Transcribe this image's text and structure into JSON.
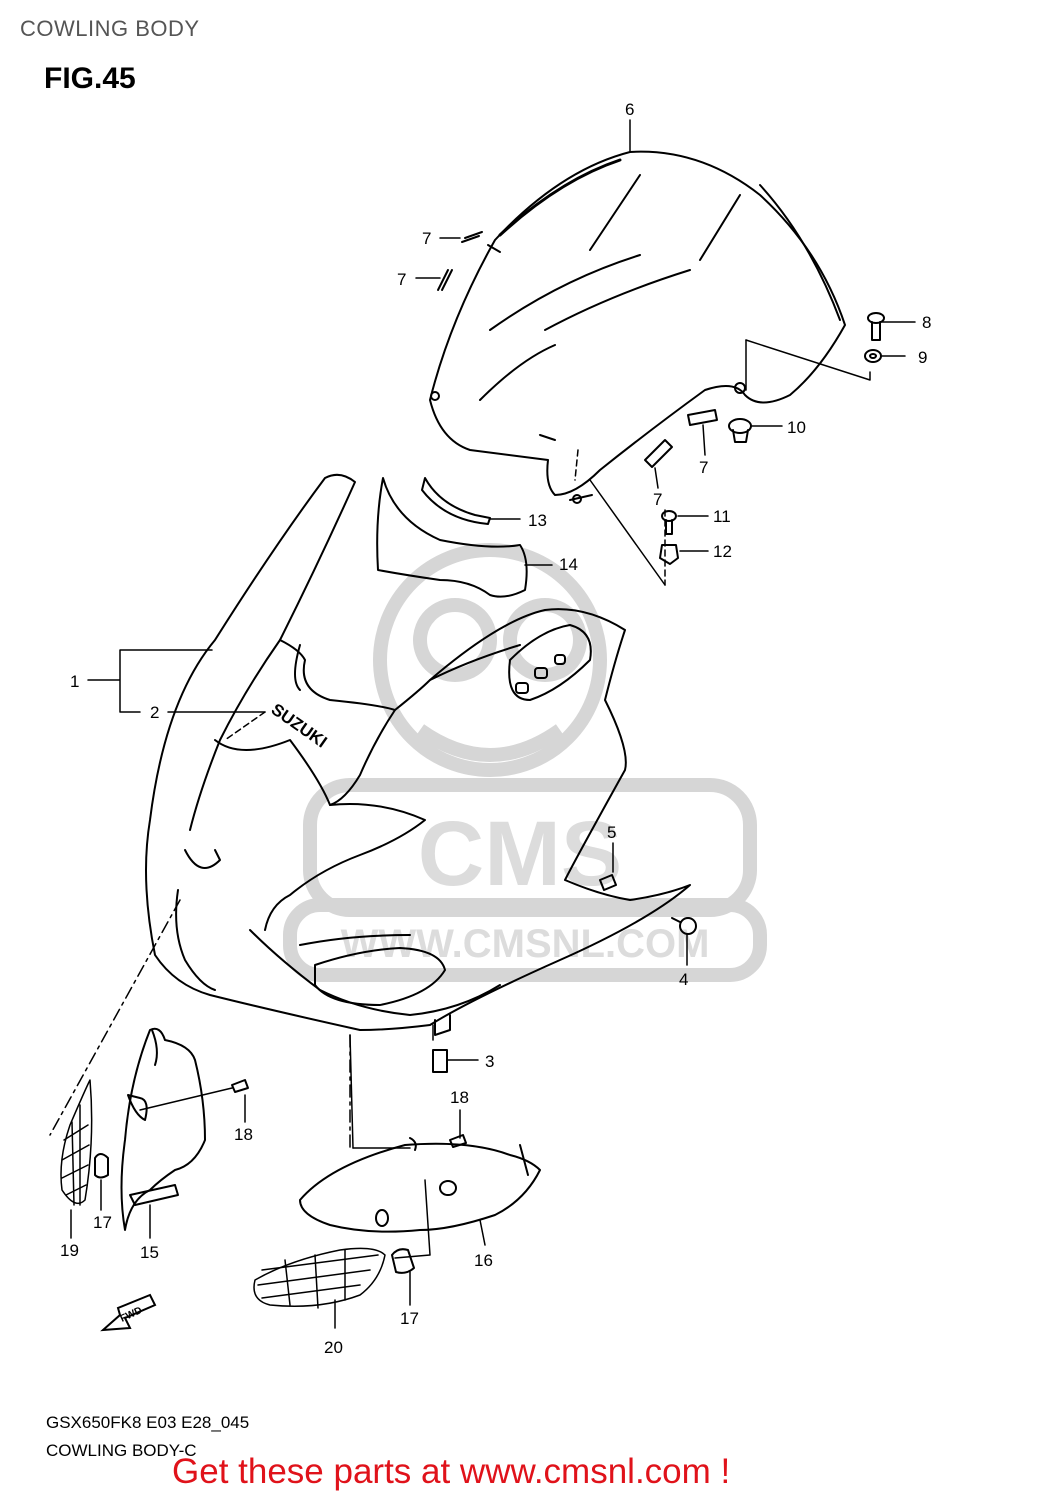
{
  "header": {
    "title": "COWLING BODY",
    "figure": "FIG.45"
  },
  "diagram": {
    "brand_on_cowl": "SUZUKI",
    "watermark_logo": "CMS",
    "watermark_url": "WWW.CMSNL.COM",
    "fwd_arrow": "FWD",
    "callouts": [
      "1",
      "2",
      "3",
      "4",
      "5",
      "6",
      "7",
      "7",
      "7",
      "7",
      "8",
      "9",
      "10",
      "11",
      "12",
      "13",
      "14",
      "15",
      "16",
      "17",
      "17",
      "18",
      "18",
      "19",
      "20"
    ]
  },
  "footer": {
    "model_code": "GSX650FK8 E03 E28_045",
    "subtitle": "COWLING BODY-C",
    "cta": "Get these parts at www.cmsnl.com !"
  },
  "colors": {
    "cta": "#e0121a",
    "title": "#555555",
    "watermark": "#d6d6d6"
  }
}
